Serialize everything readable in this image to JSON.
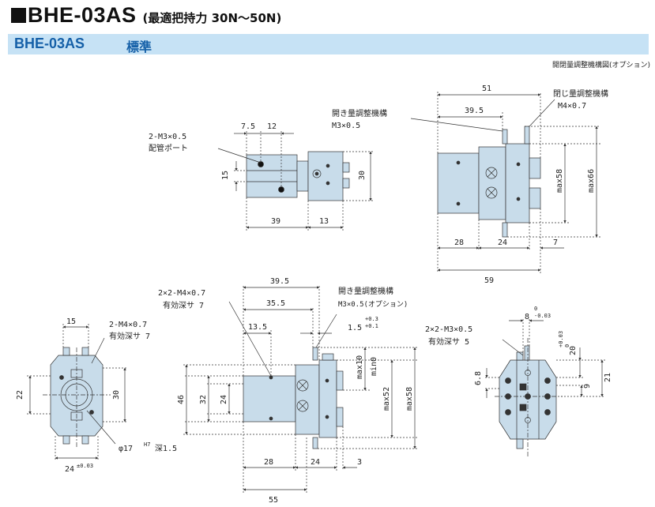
{
  "header": {
    "model": "BHE-03AS",
    "subtitle": "(最適把持力 30N〜50N)"
  },
  "section": {
    "model": "BHE-03AS",
    "label": "標準"
  },
  "option_note": "開閉量調整機構図(オプション)",
  "colors": {
    "body_fill": "#c8dcea",
    "section_bar": "#c6e2f5",
    "section_text": "#1560a8"
  },
  "top_view": {
    "port_callout_1": "2-M3×0.5",
    "port_callout_2": "配管ポート",
    "dim_7_5": "7.5",
    "dim_12": "12",
    "dim_15": "15",
    "dim_30": "30",
    "dim_39": "39",
    "dim_13": "13"
  },
  "option_view": {
    "close_adj": "閉じ量調整機構",
    "close_thread": "M4×0.7",
    "open_adj": "開き量調整機構",
    "open_thread": "M3×0.5",
    "dim_51": "51",
    "dim_39_5": "39.5",
    "dim_max58": "max58",
    "dim_max66": "max66",
    "dim_28": "28",
    "dim_24": "24",
    "dim_7": "7",
    "dim_59": "59"
  },
  "left_view": {
    "dim_15": "15",
    "thread": "2-M4×0.7",
    "depth": "有効深サ 7",
    "dim_22": "22",
    "dim_30": "30",
    "dim_24": "24",
    "tol_24": "±0.03",
    "hole_note": "φ17",
    "hole_fit": "H7",
    "hole_depth": "深1.5"
  },
  "front_view": {
    "thread": "2×2-M4×0.7",
    "depth": "有効深サ 7",
    "open_adj": "開き量調整機構",
    "open_thread": "M3×0.5(オプション)",
    "dim_39_5": "39.5",
    "dim_35_5": "35.5",
    "dim_13_5": "13.5",
    "dim_1_5": "1.5",
    "tol_1_5_upper": "+0.3",
    "tol_1_5_lower": "+0.1",
    "dim_max10": "max10",
    "dim_min0": "min0",
    "dim_max52": "max52",
    "dim_max58": "max58",
    "dim_46": "46",
    "dim_32": "32",
    "dim_24": "24",
    "dim_28": "28",
    "dim_24b": "24",
    "dim_3": "3",
    "dim_55": "55"
  },
  "right_view": {
    "thread": "2×2-M3×0.5",
    "depth": "有効深サ 5",
    "dim_8": "8",
    "tol_8_upper": "0",
    "tol_8_lower": "-0.03",
    "dim_20": "20",
    "tol_20_upper": "+0.03",
    "tol_20_lower": "0",
    "dim_6_8": "6.8",
    "dim_9": "9",
    "dim_21": "21"
  }
}
